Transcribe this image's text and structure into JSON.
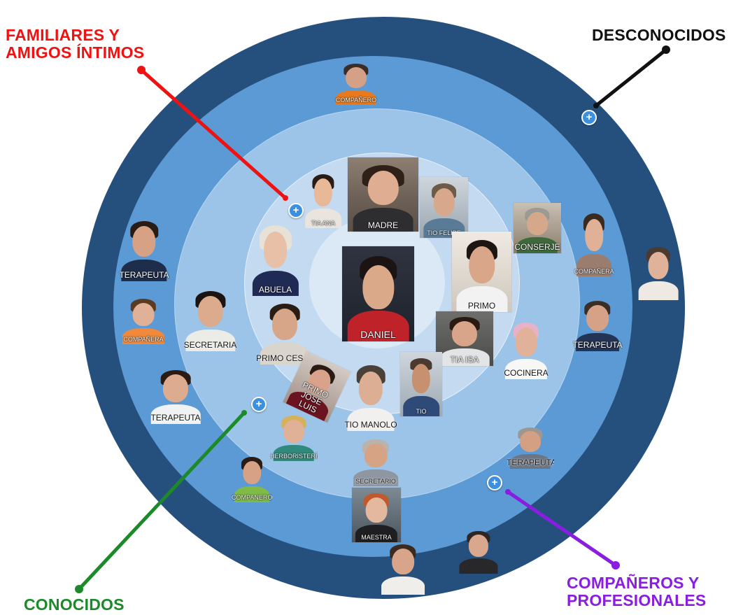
{
  "labels": {
    "familiares": "FAMILIARES Y\nAMIGOS ÍNTIMOS",
    "desconocidos": "DESCONOCIDOS",
    "conocidos": "CONOCIDOS",
    "companeros": "COMPAÑEROS Y\nPROFESIONALES"
  },
  "colors": {
    "familiares": "#ee1212",
    "desconocidos": "#111111",
    "conocidos": "#1d8a2a",
    "companeros": "#8a1ee0",
    "ring_outer": "#25507e",
    "ring_third": "#5b9ad4",
    "ring_second": "#9cc3e8",
    "ring_first": "#c3daf1",
    "ring_center": "#dbe9f7",
    "add_button": "#3d8fe0"
  },
  "center": {
    "name": "DANIEL"
  },
  "people": {
    "tia_ana": "TIA  ANA",
    "madre": "MADRE",
    "tio_felipe": "TIO FELIPE",
    "abuela": "ABUELA",
    "primo": "PRIMO",
    "primo_cesar": "PRIMO CESAR",
    "tia_isa": "TIA  ISA",
    "primo_jose_luis": "PRIMO JOSE\nLUIS",
    "tio_manolo": "TIO MANOLO",
    "tio": "TIO",
    "conserje": "CONSERJE",
    "secretaria": "SECRETARIA",
    "cocinera": "COCINERA",
    "herboristeria": "HERBORISTERÍA",
    "secretario": "SECRETARIO",
    "companero_top": "COMPAÑERO",
    "terapeuta_left": "TERAPEUTA",
    "companera_left": "COMPAÑERA",
    "terapeuta_left_low": "TERAPEUTA",
    "companero_bottom": "COMPANERO",
    "maestra": "MAESTRA",
    "companera_right": "COMPAÑERA",
    "terapeuta_right": "TERAPEUTA",
    "terapeuta_right_low": "TERAPEUTA"
  },
  "add_buttons": {
    "symbol": "+"
  }
}
